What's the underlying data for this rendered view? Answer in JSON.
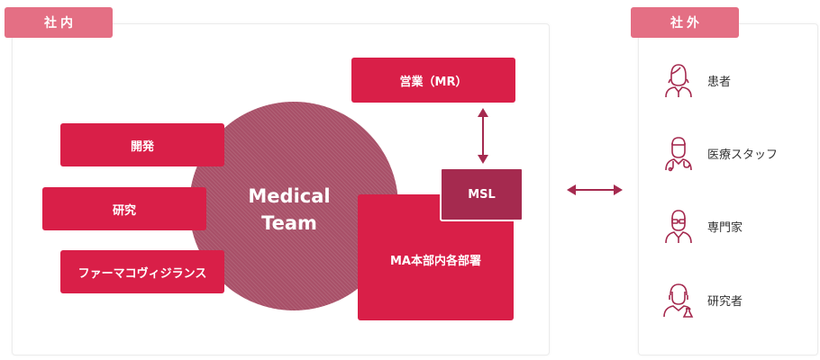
{
  "internal": {
    "tab_label": "社内",
    "departments": [
      "開発",
      "研究",
      "ファーマコヴィジランス"
    ],
    "center_lines": [
      "Medical",
      "Team"
    ],
    "sales_label": "営業（MR）",
    "msl_label": "MSL",
    "ma_label": "MA本部内各部署"
  },
  "external": {
    "tab_label": "社外",
    "items": [
      {
        "label": "患者",
        "icon": "patient-icon"
      },
      {
        "label": "医療スタッフ",
        "icon": "medical-staff-icon"
      },
      {
        "label": "専門家",
        "icon": "expert-icon"
      },
      {
        "label": "研究者",
        "icon": "researcher-icon"
      }
    ]
  },
  "colors": {
    "accent": "#d91f48",
    "tab": "#e46f84",
    "msl": "#a52a4f",
    "circle": "#a85068",
    "icon": "#a52a4f"
  }
}
